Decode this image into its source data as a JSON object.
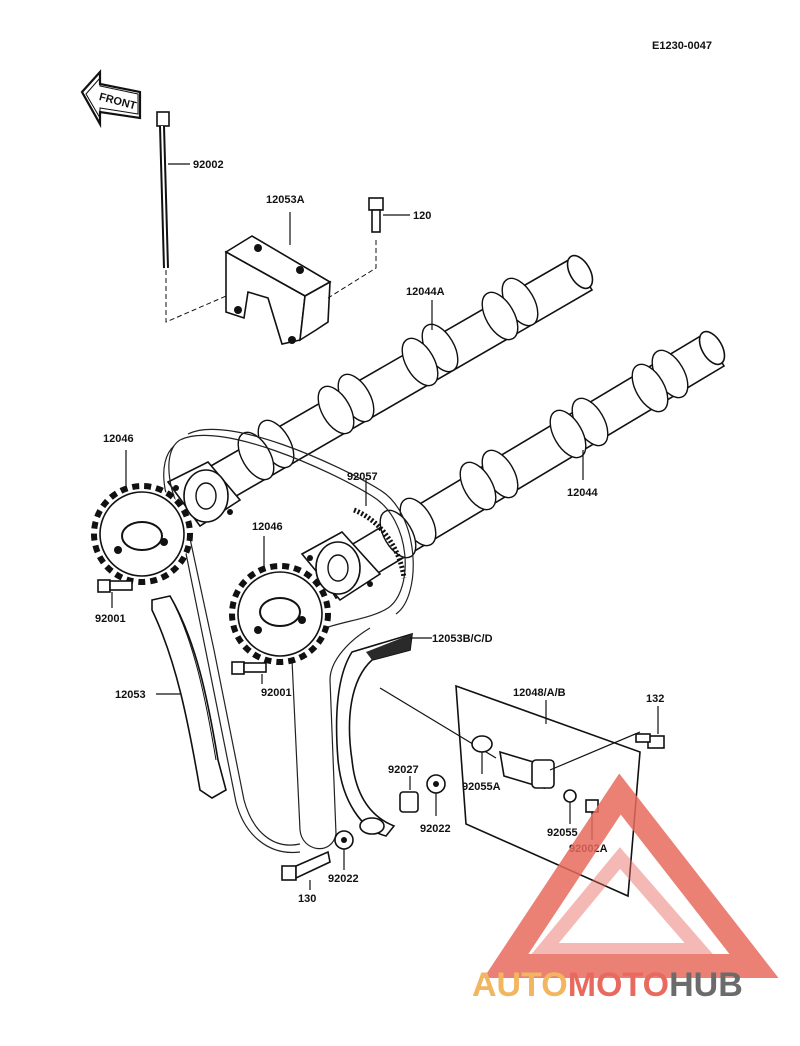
{
  "diagram_code": "E1230-0047",
  "front_arrow_text": "FRONT",
  "labels": {
    "p92002": "92002",
    "p12053A": "12053A",
    "p120": "120",
    "p12044A": "12044A",
    "p12046_left": "12046",
    "p92057": "92057",
    "p12044": "12044",
    "p12046_mid": "12046",
    "p92001_left": "92001",
    "p12053BCD": "12053B/C/D",
    "p12048AB": "12048/A/B",
    "p132": "132",
    "p12053": "12053",
    "p92001_mid": "92001",
    "p92027": "92027",
    "p92055A": "92055A",
    "p92022_right": "92022",
    "p92055": "92055",
    "p92002A": "92002A",
    "p130": "130",
    "p92022_bottom": "92022"
  },
  "watermark": {
    "part1": "AUTO",
    "part2": "MOTO",
    "part3": "HUB",
    "color1": "#f2b661",
    "color2": "#e86a5e",
    "color3": "#6b6b6b"
  }
}
